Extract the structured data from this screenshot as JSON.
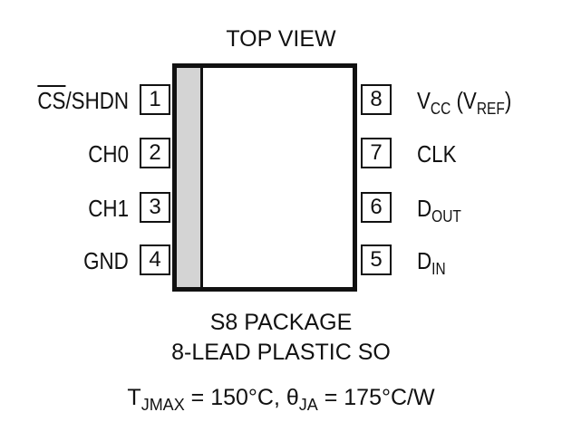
{
  "title": "TOP VIEW",
  "pins_left": [
    {
      "number": "1",
      "label_a": "CS",
      "label_b": "/SHDN"
    },
    {
      "number": "2",
      "label": "CH0"
    },
    {
      "number": "3",
      "label": "CH1"
    },
    {
      "number": "4",
      "label": "GND"
    }
  ],
  "pins_right": [
    {
      "number": "8",
      "label_main": "V",
      "label_sub": "CC",
      "label_mid": " (V",
      "label_sub2": "REF",
      "label_end": ")"
    },
    {
      "number": "7",
      "label": "CLK"
    },
    {
      "number": "6",
      "label_main": "D",
      "label_sub": "OUT"
    },
    {
      "number": "5",
      "label_main": "D",
      "label_sub": "IN"
    }
  ],
  "package_line1": "S8 PACKAGE",
  "package_line2": "8-LEAD PLASTIC SO",
  "thermal": {
    "t": "T",
    "t_sub": "JMAX",
    "t_val": " = 150°C,  ",
    "theta": "θ",
    "theta_sub": "JA",
    "theta_val": " = 175°C/W"
  }
}
